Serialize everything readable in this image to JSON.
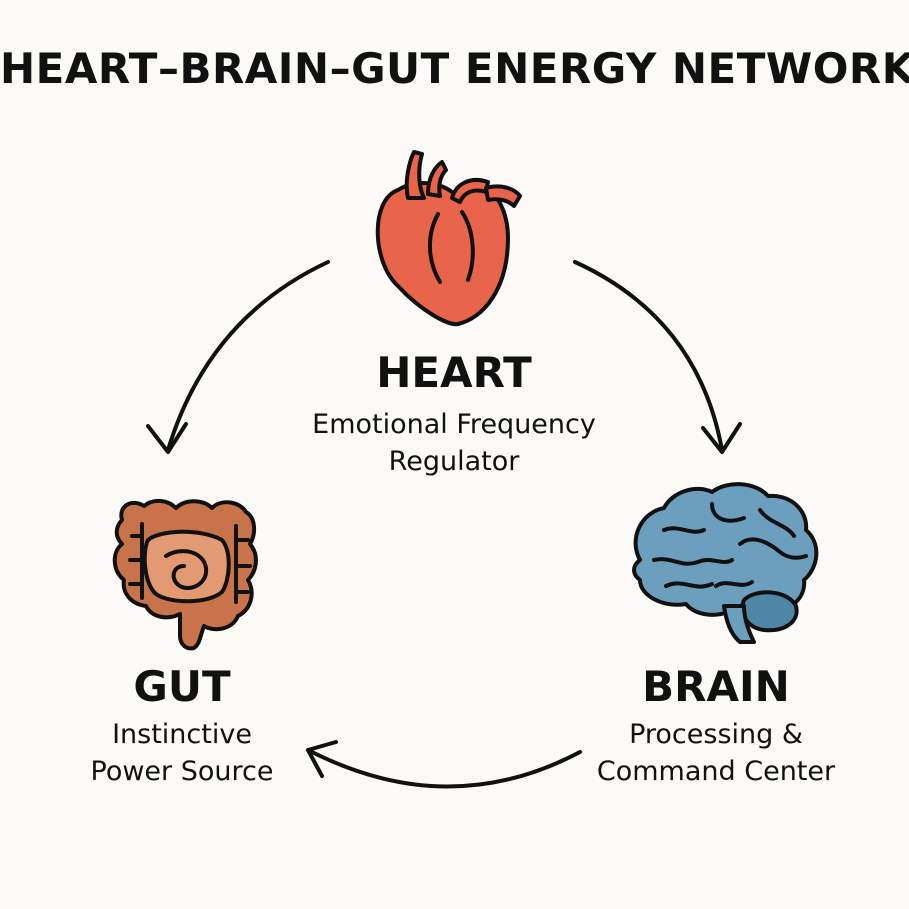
{
  "title": "HEART–BRAIN–GUT ENERGY NETWORK",
  "colors": {
    "background": "#fcfaf6",
    "ink": "#111111",
    "heart": "#e8644b",
    "heart_shade": "#d4523b",
    "brain": "#6c9fbd",
    "brain_shade": "#4f86a6",
    "gut": "#c8734a",
    "gut_inner": "#e39a73"
  },
  "nodes": {
    "heart": {
      "icon": "heart-icon",
      "label": "HEART",
      "subtitle_line1": "Emotional Frequency",
      "subtitle_line2": "Regulator"
    },
    "brain": {
      "icon": "brain-icon",
      "label": "BRAIN",
      "subtitle_line1": "Processing &",
      "subtitle_line2": "Command Center"
    },
    "gut": {
      "icon": "intestines-icon",
      "label": "GUT",
      "subtitle_line1": "Instinctive",
      "subtitle_line2": "Power Source"
    }
  },
  "edges": [
    {
      "from": "heart",
      "to": "brain"
    },
    {
      "from": "brain",
      "to": "gut"
    },
    {
      "from": "heart",
      "to": "gut"
    }
  ]
}
